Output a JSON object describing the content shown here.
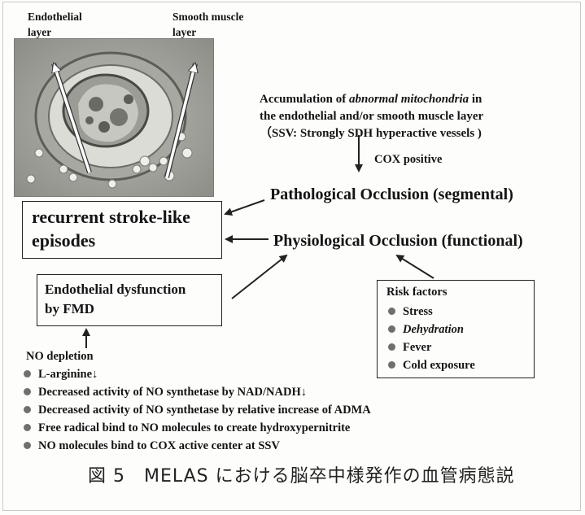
{
  "figure": {
    "labels": {
      "endothelial": [
        "Endothelial",
        "layer"
      ],
      "smooth_muscle": [
        "Smooth muscle",
        "layer"
      ]
    },
    "accumulation": {
      "line1_prefix": "Accumulation of ",
      "line1_italic": "abnormal mitochondria",
      "line1_suffix": " in",
      "line2": "the endothelial and/or  smooth muscle layer",
      "line3": "（SSV: Strongly SDH hyperactive vessels )"
    },
    "cox_positive": "COX positive",
    "pathological": "Pathological Occlusion (segmental)",
    "physiological": "Physiological Occlusion (functional)",
    "stroke_box": [
      "recurrent stroke-like",
      "episodes"
    ],
    "endothelial_box": [
      "Endothelial dysfunction",
      "by FMD"
    ],
    "risk_factors": {
      "title": "Risk factors",
      "items": [
        "Stress",
        "Dehydration",
        "Fever",
        "Cold exposure"
      ]
    },
    "no_depletion": {
      "title": "NO depletion",
      "items": [
        "L-arginine↓",
        "Decreased activity of NO synthetase by NAD/NADH↓",
        "Decreased activity of NO synthetase by relative increase of ADMA",
        "Free radical bind to NO molecules to create hydroxypernitrite",
        "NO molecules bind to COX active center at SSV"
      ]
    },
    "caption": "図 5　MELAS における脳卒中様発作の血管病態説"
  }
}
